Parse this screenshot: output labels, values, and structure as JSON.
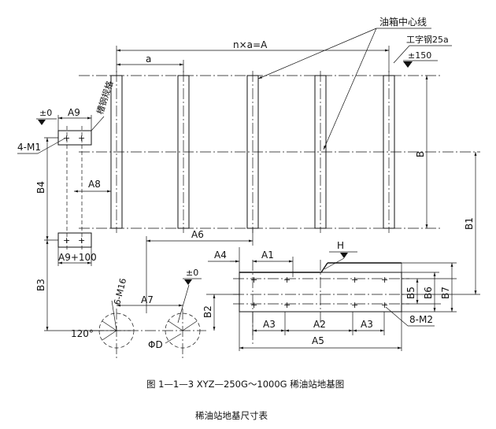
{
  "labels": {
    "tank_centerline": "油箱中心线",
    "i_beam": "工字钢25a",
    "elev_150": "±150",
    "n_times_a": "n×a=A",
    "a": "a",
    "channel_spec": "槽钢规格",
    "elev_0_left": "±0",
    "a9": "A9",
    "four_m1": "4-M1",
    "b4": "B4",
    "a8": "A8",
    "a9_plus_100": "A9+100",
    "b3": "B3",
    "b": "B",
    "b1": "B1",
    "a6": "A6",
    "a4": "A4",
    "a1": "A1",
    "h": "H",
    "elev_0_mid": "±0",
    "a7": "A7",
    "six_m16": "6-M16",
    "angle_120": "120°",
    "phi_d": "ΦD",
    "b2": "B2",
    "b5": "B5",
    "b6": "B6",
    "b7": "B7",
    "a3_left": "A3",
    "a2": "A2",
    "a3_right": "A3",
    "eight_m2": "8-M2",
    "a5": "A5"
  },
  "caption": "图 1—1—3  XYZ—250G～1000G  稀油站地基图",
  "table_title": "稀油站地基尺寸表"
}
